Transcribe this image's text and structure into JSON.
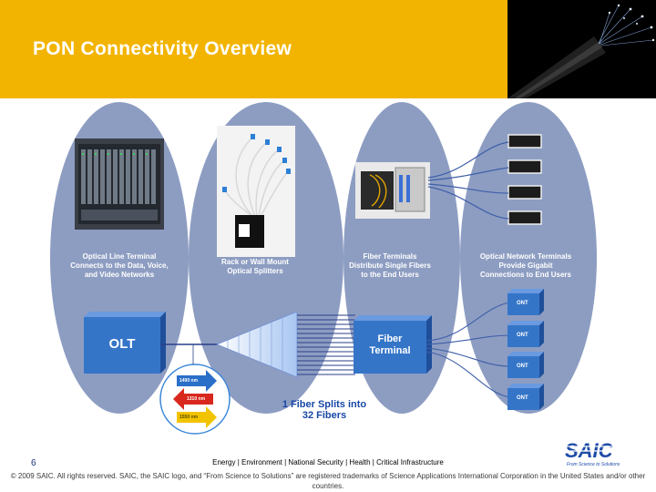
{
  "slide": {
    "title": "PON Connectivity Overview",
    "page_number": "6",
    "footer_tagline": "Energy | Environment | National Security | Health | Critical Infrastructure",
    "copyright": "© 2009 SAIC. All rights reserved. SAIC, the SAIC logo, and “From Science to Solutions” are registered trademarks of Science Applications International Corporation in the United States and/or other countries."
  },
  "columns": [
    {
      "label_lines": [
        "Optical Line Terminal",
        "Connects to the Data, Voice,",
        "and Video Networks"
      ]
    },
    {
      "label_lines": [
        "Rack or Wall Mount",
        "Optical Splitters"
      ]
    },
    {
      "label_lines": [
        "Fiber Terminals",
        "Distribute Single Fibers",
        "to the End Users"
      ]
    },
    {
      "label_lines": [
        "Optical Network Terminals",
        "Provide Gigabit",
        "Connections to End Users"
      ]
    }
  ],
  "diagram": {
    "olt_label": "OLT",
    "fiber_terminal_label": [
      "Fiber",
      "Terminal"
    ],
    "ont_labels": [
      "ONT",
      "ONT",
      "ONT",
      "ONT"
    ],
    "wavelengths": [
      "1490 nm",
      "1310 nm",
      "1550 nm"
    ],
    "split_caption": [
      "1 Fiber Splits into",
      "32 Fibers"
    ]
  },
  "logo": {
    "text": "SAIC",
    "tagline": "From Science to Solutions"
  },
  "colors": {
    "header": "#f2b400",
    "oval": "#8d9dc2",
    "box_blue": "#3575c8",
    "caption_blue": "#1747a6",
    "arrow_blue": "#2a6fc8",
    "arrow_red": "#d8281e",
    "arrow_yellow": "#f2c400"
  }
}
